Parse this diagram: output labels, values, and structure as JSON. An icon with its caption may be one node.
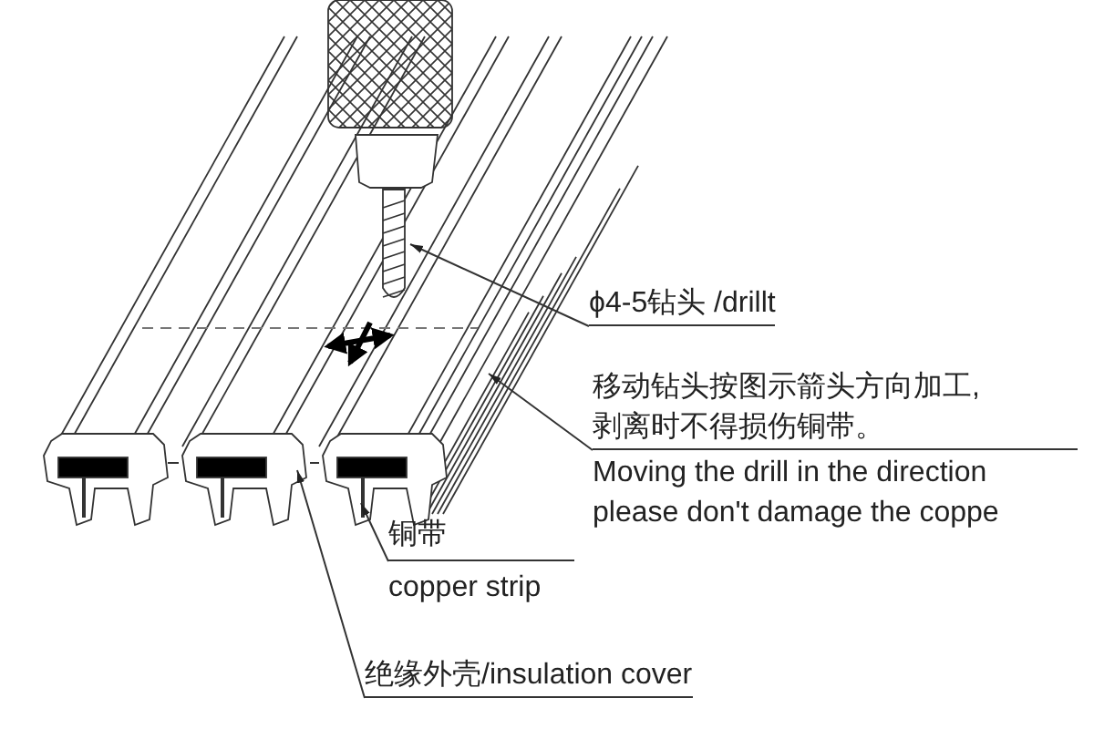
{
  "diagram": {
    "nodes": [
      {
        "text": [
          "ϕ4-5钻头 /drillt"
        ]
      },
      {
        "text": [
          "移动钻头按图示箭头方向加工,剥离时不得损伤铜带。",
          "Moving the drill in the direction",
          "please don't damage the coppe"
        ]
      },
      {
        "text": [
          "铜带",
          "copper strip"
        ]
      },
      {
        "text": [
          "绝缘外壳/insulation cover"
        ]
      }
    ],
    "edges": [
      {
        "from": 0,
        "to": null,
        "arrow": "to"
      },
      {
        "from": 1,
        "to": null,
        "arrow": "to"
      },
      {
        "from": 2,
        "to": null,
        "arrow": "to"
      },
      {
        "from": 3,
        "to": null,
        "arrow": "to"
      }
    ]
  }
}
